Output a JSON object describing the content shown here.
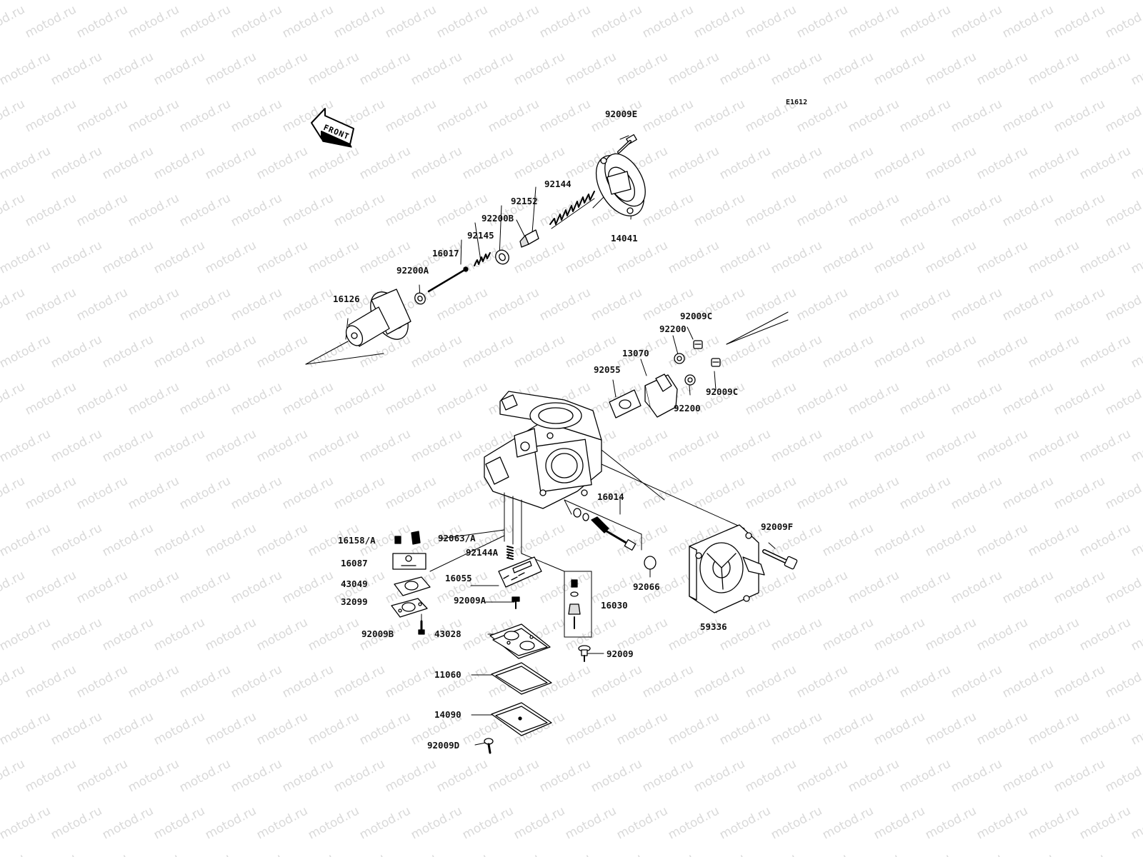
{
  "diagram": {
    "ref_code": "E1612",
    "direction_label": "FRONT",
    "watermark": "motod.ru",
    "line_color": "#000000",
    "fill_color": "#ffffff",
    "parts": [
      {
        "id": "92009e",
        "label": "92009E"
      },
      {
        "id": "92144",
        "label": "92144"
      },
      {
        "id": "92152",
        "label": "92152"
      },
      {
        "id": "92200b",
        "label": "92200B"
      },
      {
        "id": "92145",
        "label": "92145"
      },
      {
        "id": "16017",
        "label": "16017"
      },
      {
        "id": "92200a",
        "label": "92200A"
      },
      {
        "id": "16126",
        "label": "16126"
      },
      {
        "id": "14041",
        "label": "14041"
      },
      {
        "id": "92009c-top",
        "label": "92009C"
      },
      {
        "id": "92200-top",
        "label": "92200"
      },
      {
        "id": "13070",
        "label": "13070"
      },
      {
        "id": "92055",
        "label": "92055"
      },
      {
        "id": "92009c-side",
        "label": "92009C"
      },
      {
        "id": "92200-bottom",
        "label": "92200"
      },
      {
        "id": "16014",
        "label": "16014"
      },
      {
        "id": "92009f",
        "label": "92009F"
      },
      {
        "id": "16158a",
        "label": "16158/A"
      },
      {
        "id": "92063a",
        "label": "92063/A"
      },
      {
        "id": "92144a",
        "label": "92144A"
      },
      {
        "id": "16087",
        "label": "16087"
      },
      {
        "id": "43049",
        "label": "43049"
      },
      {
        "id": "16055",
        "label": "16055"
      },
      {
        "id": "32099",
        "label": "32099"
      },
      {
        "id": "92009a",
        "label": "92009A"
      },
      {
        "id": "16030",
        "label": "16030"
      },
      {
        "id": "92066",
        "label": "92066"
      },
      {
        "id": "59336",
        "label": "59336"
      },
      {
        "id": "92009b",
        "label": "92009B"
      },
      {
        "id": "43028",
        "label": "43028"
      },
      {
        "id": "92009",
        "label": "92009"
      },
      {
        "id": "11060",
        "label": "11060"
      },
      {
        "id": "14090",
        "label": "14090"
      },
      {
        "id": "92009d",
        "label": "92009D"
      }
    ]
  }
}
